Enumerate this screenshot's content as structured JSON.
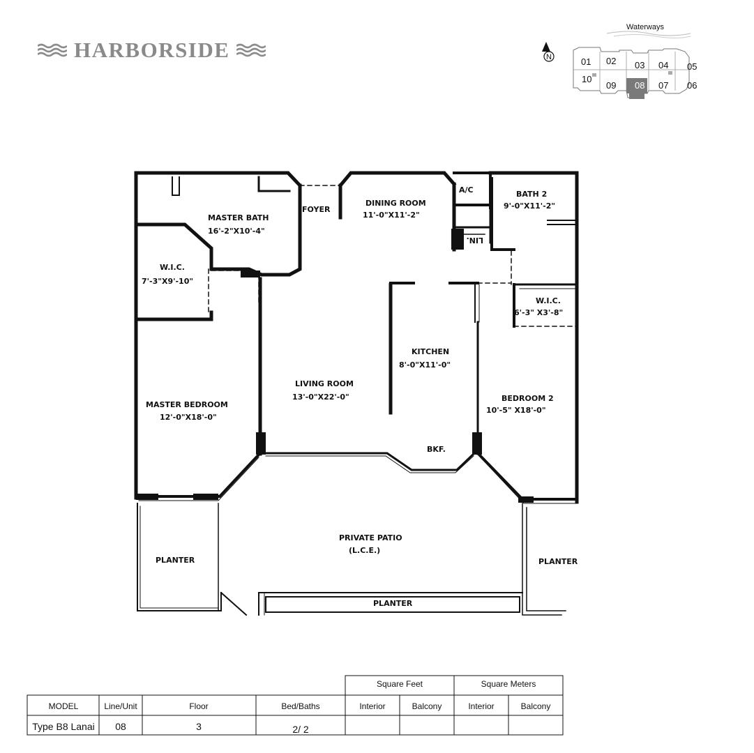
{
  "brand": {
    "name": "HARBORSIDE"
  },
  "keyplan": {
    "waterway_label": "Waterways",
    "north_label": "N",
    "units_top": [
      "01",
      "02",
      "03",
      "04",
      "05"
    ],
    "units_bottom": [
      "10",
      "09",
      "08",
      "07",
      "06"
    ],
    "highlighted_unit": "08",
    "highlight_color": "#7a7a7a"
  },
  "plan": {
    "rooms": {
      "master_bath": {
        "name": "MASTER BATH",
        "dim": "16'-2\"X10'-4\""
      },
      "foyer": {
        "name": "FOYER"
      },
      "dining_room": {
        "name": "DINING ROOM",
        "dim": "11'-0\"X11'-2\""
      },
      "ac": {
        "name": "A/C"
      },
      "lin": {
        "name": "LIN."
      },
      "bath_2": {
        "name": "BATH 2",
        "dim": "9'-0\"X11'-2\""
      },
      "wic_master": {
        "name": "W.I.C.",
        "dim": "7'-3\"X9'-10\""
      },
      "wic_2": {
        "name": "W.I.C.",
        "dim": "6'-3\" X3'-8\""
      },
      "kitchen": {
        "name": "KITCHEN",
        "dim": "8'-0\"X11'-0\""
      },
      "living_room": {
        "name": "LIVING ROOM",
        "dim": "13'-0\"X22'-0\""
      },
      "master_bedroom": {
        "name": "MASTER BEDROOM",
        "dim": "12'-0\"X18'-0\""
      },
      "bedroom_2": {
        "name": "BEDROOM 2",
        "dim": "10'-5\" X18'-0\""
      },
      "bkf": {
        "name": "BKF."
      },
      "private_patio": {
        "name": "PRIVATE PATIO",
        "dim": "(L.C.E.)"
      },
      "planter_left": {
        "name": "PLANTER"
      },
      "planter_right": {
        "name": "PLANTER"
      },
      "planter_bottom": {
        "name": "PLANTER"
      }
    }
  },
  "table": {
    "group_headers": {
      "sqft": "Square Feet",
      "sqm": "Square Meters"
    },
    "headers": {
      "model": "MODEL",
      "line_unit": "Line/Unit",
      "floor": "Floor",
      "bed_baths": "Bed/Baths",
      "sqft_interior": "Interior",
      "sqft_balcony": "Balcony",
      "sqm_interior": "Interior",
      "sqm_balcony": "Balcony"
    },
    "row": {
      "model": "Type B8 Lanai",
      "line_unit": "08",
      "floor": "3",
      "bed_baths": "2/ 2",
      "sqft_interior": "",
      "sqft_balcony": "",
      "sqm_interior": "",
      "sqm_balcony": ""
    }
  }
}
